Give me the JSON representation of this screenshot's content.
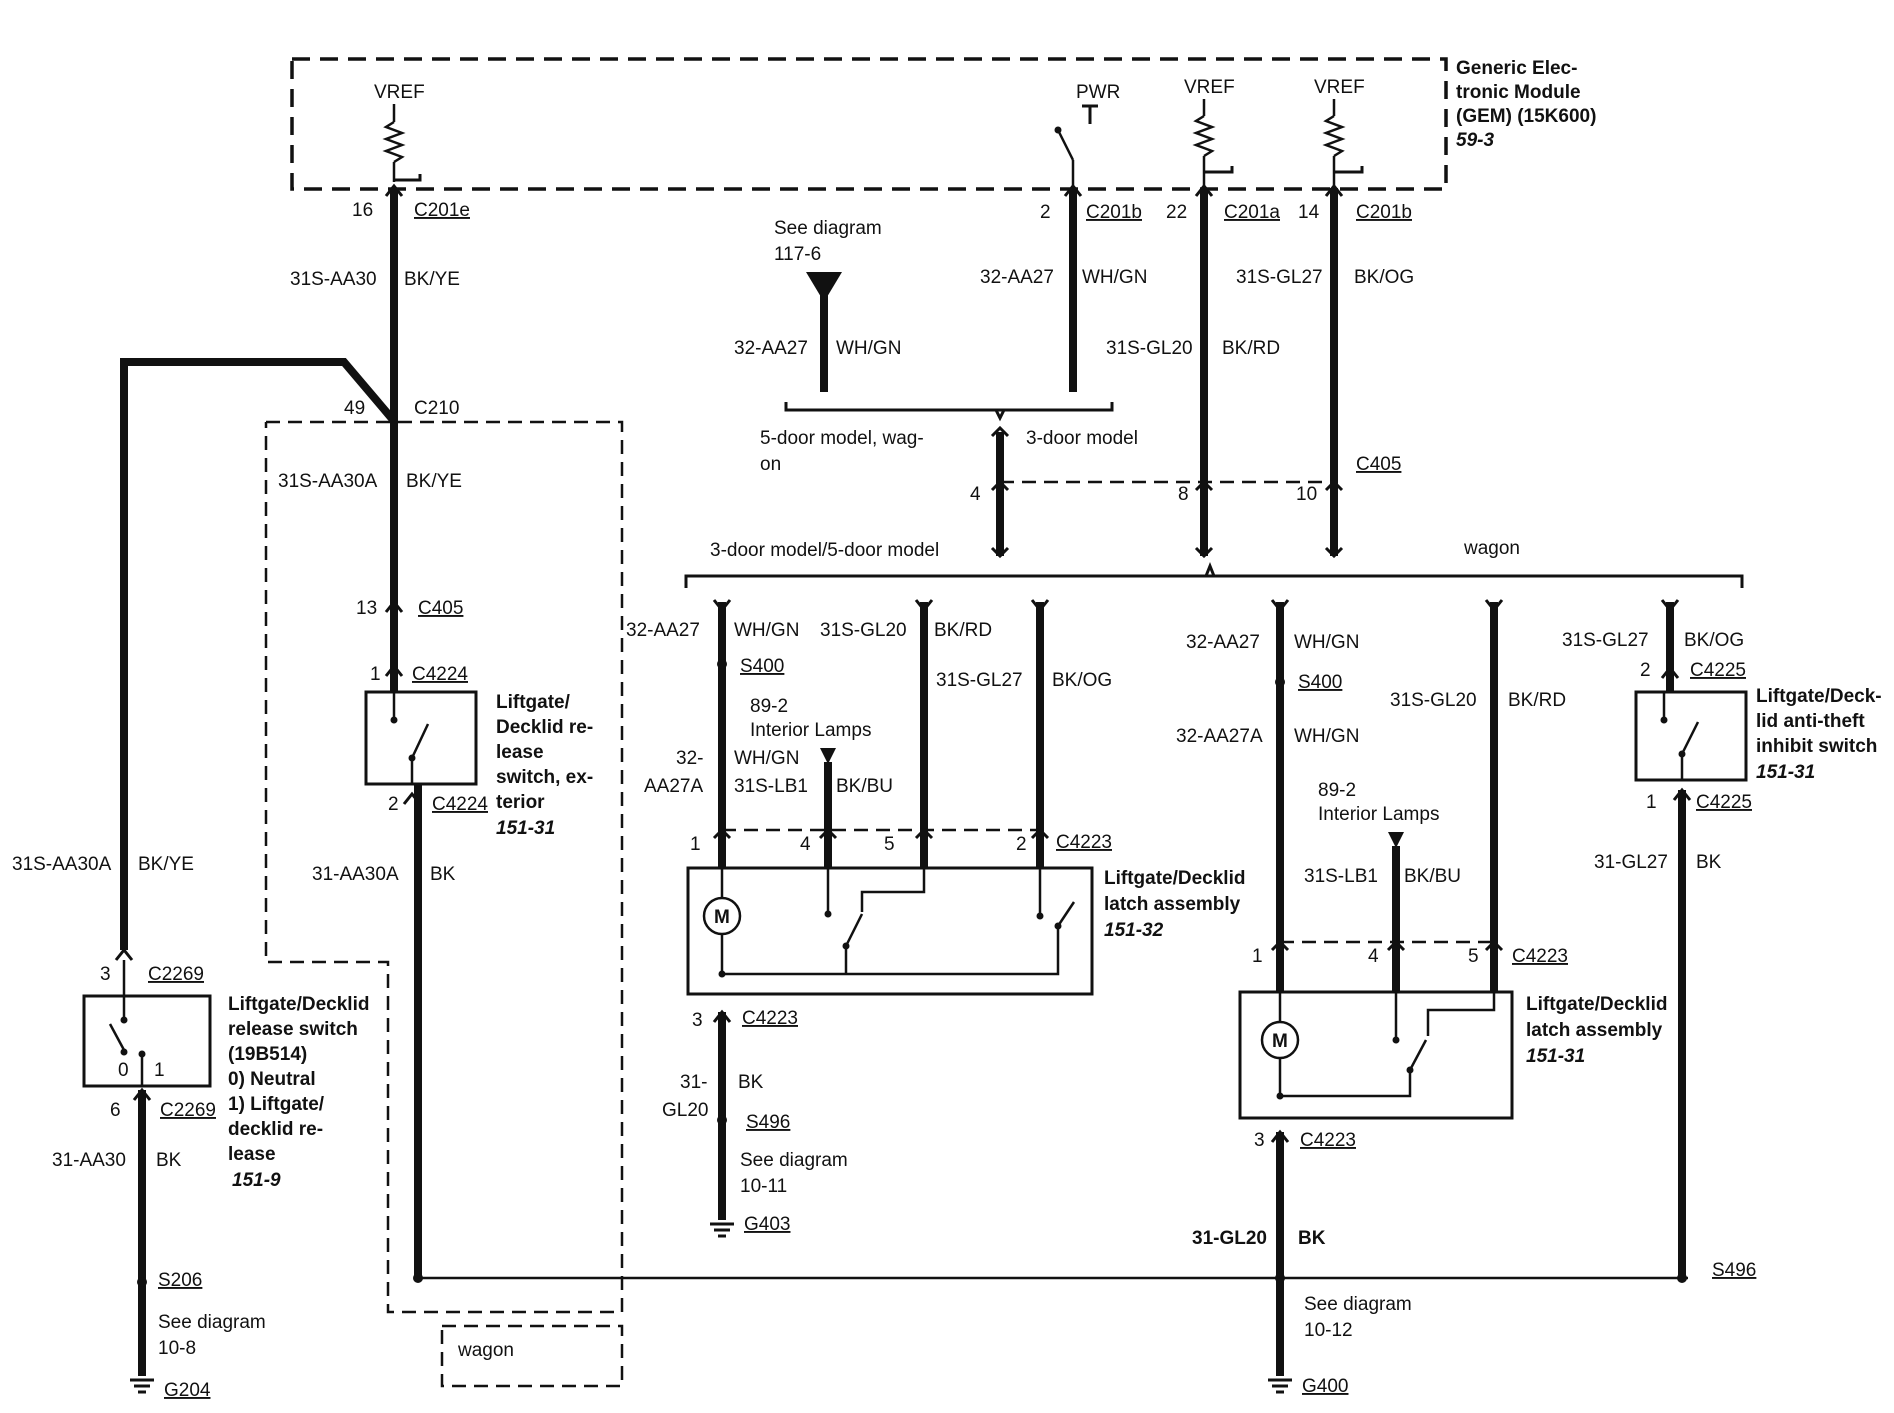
{
  "module": {
    "title": [
      "Generic Elec-",
      "tronic Module",
      "(GEM) (15K600)"
    ],
    "ref": "59-3",
    "vref": "VREF",
    "pwr": "PWR"
  },
  "connectors": {
    "c201e": "C201e",
    "c201b": "C201b",
    "c201a": "C201a",
    "c210": "C210",
    "c405": "C405",
    "c4224": "C4224",
    "c4223": "C4223",
    "c4225": "C4225",
    "c2269": "C2269"
  },
  "pins": {
    "p16": "16",
    "p2": "2",
    "p22": "22",
    "p14": "14",
    "p49": "49",
    "p13": "13",
    "p1": "1",
    "p3": "3",
    "p4": "4",
    "p5": "5",
    "p6": "6",
    "p8": "8",
    "p10": "10",
    "p0": "0"
  },
  "circuits": {
    "aa30": "31S-AA30",
    "aa30a": "31S-AA30A",
    "aa27": "32-AA27",
    "gl20": "31S-GL20",
    "gl27": "31S-GL27",
    "aa27a": "32-AA27A",
    "aa27a_split1": "32-",
    "aa27a_split2": "AA27A",
    "lb1": "31S-LB1",
    "aa30a_gnd": "31-AA30A",
    "aa30_gnd": "31-AA30",
    "gl20_gnd": "31-GL20",
    "gl20_split1": "31-",
    "gl20_split2": "GL20",
    "gl27_gnd": "31-GL27"
  },
  "colors": {
    "bkye": "BK/YE",
    "whgn": "WH/GN",
    "bkrd": "BK/RD",
    "bkog": "BK/OG",
    "bkbu": "BK/BU",
    "bk": "BK"
  },
  "splices": {
    "s400": "S400",
    "s496": "S496",
    "s206": "S206"
  },
  "grounds": {
    "g403": "G403",
    "g204": "G204",
    "g400": "G400"
  },
  "see_diagram": {
    "label": "See diagram",
    "d117": "117-6",
    "d10_11": "10-11",
    "d10_8": "10-8",
    "d10_12": "10-12"
  },
  "interior_lamps": {
    "ref": "89-2",
    "label": "Interior Lamps"
  },
  "models": {
    "five_door_1": "5-door model, wag-",
    "five_door_2": "on",
    "three_door": "3-door model",
    "three_five": "3-door model/5-door model",
    "wagon": "wagon"
  },
  "components": {
    "ext_switch": {
      "lines": [
        "Liftgate/",
        "Decklid re-",
        "lease",
        "switch, ex-",
        "terior"
      ],
      "ref": "151-31"
    },
    "latch_left": {
      "lines": [
        "Liftgate/Decklid",
        "latch assembly"
      ],
      "ref": "151-32"
    },
    "latch_right": {
      "lines": [
        "Liftgate/Decklid",
        "latch assembly"
      ],
      "ref": "151-31"
    },
    "antitheft": {
      "lines": [
        "Liftgate/Deck-",
        "lid anti-theft",
        "inhibit switch"
      ],
      "ref": "151-31"
    },
    "release_switch": {
      "lines": [
        "Liftgate/Decklid",
        "release switch",
        "(19B514)",
        "0)   Neutral",
        "1)   Liftgate/",
        "      decklid re-",
        "      lease"
      ],
      "ref": "151-9"
    }
  },
  "motor_label": "M"
}
